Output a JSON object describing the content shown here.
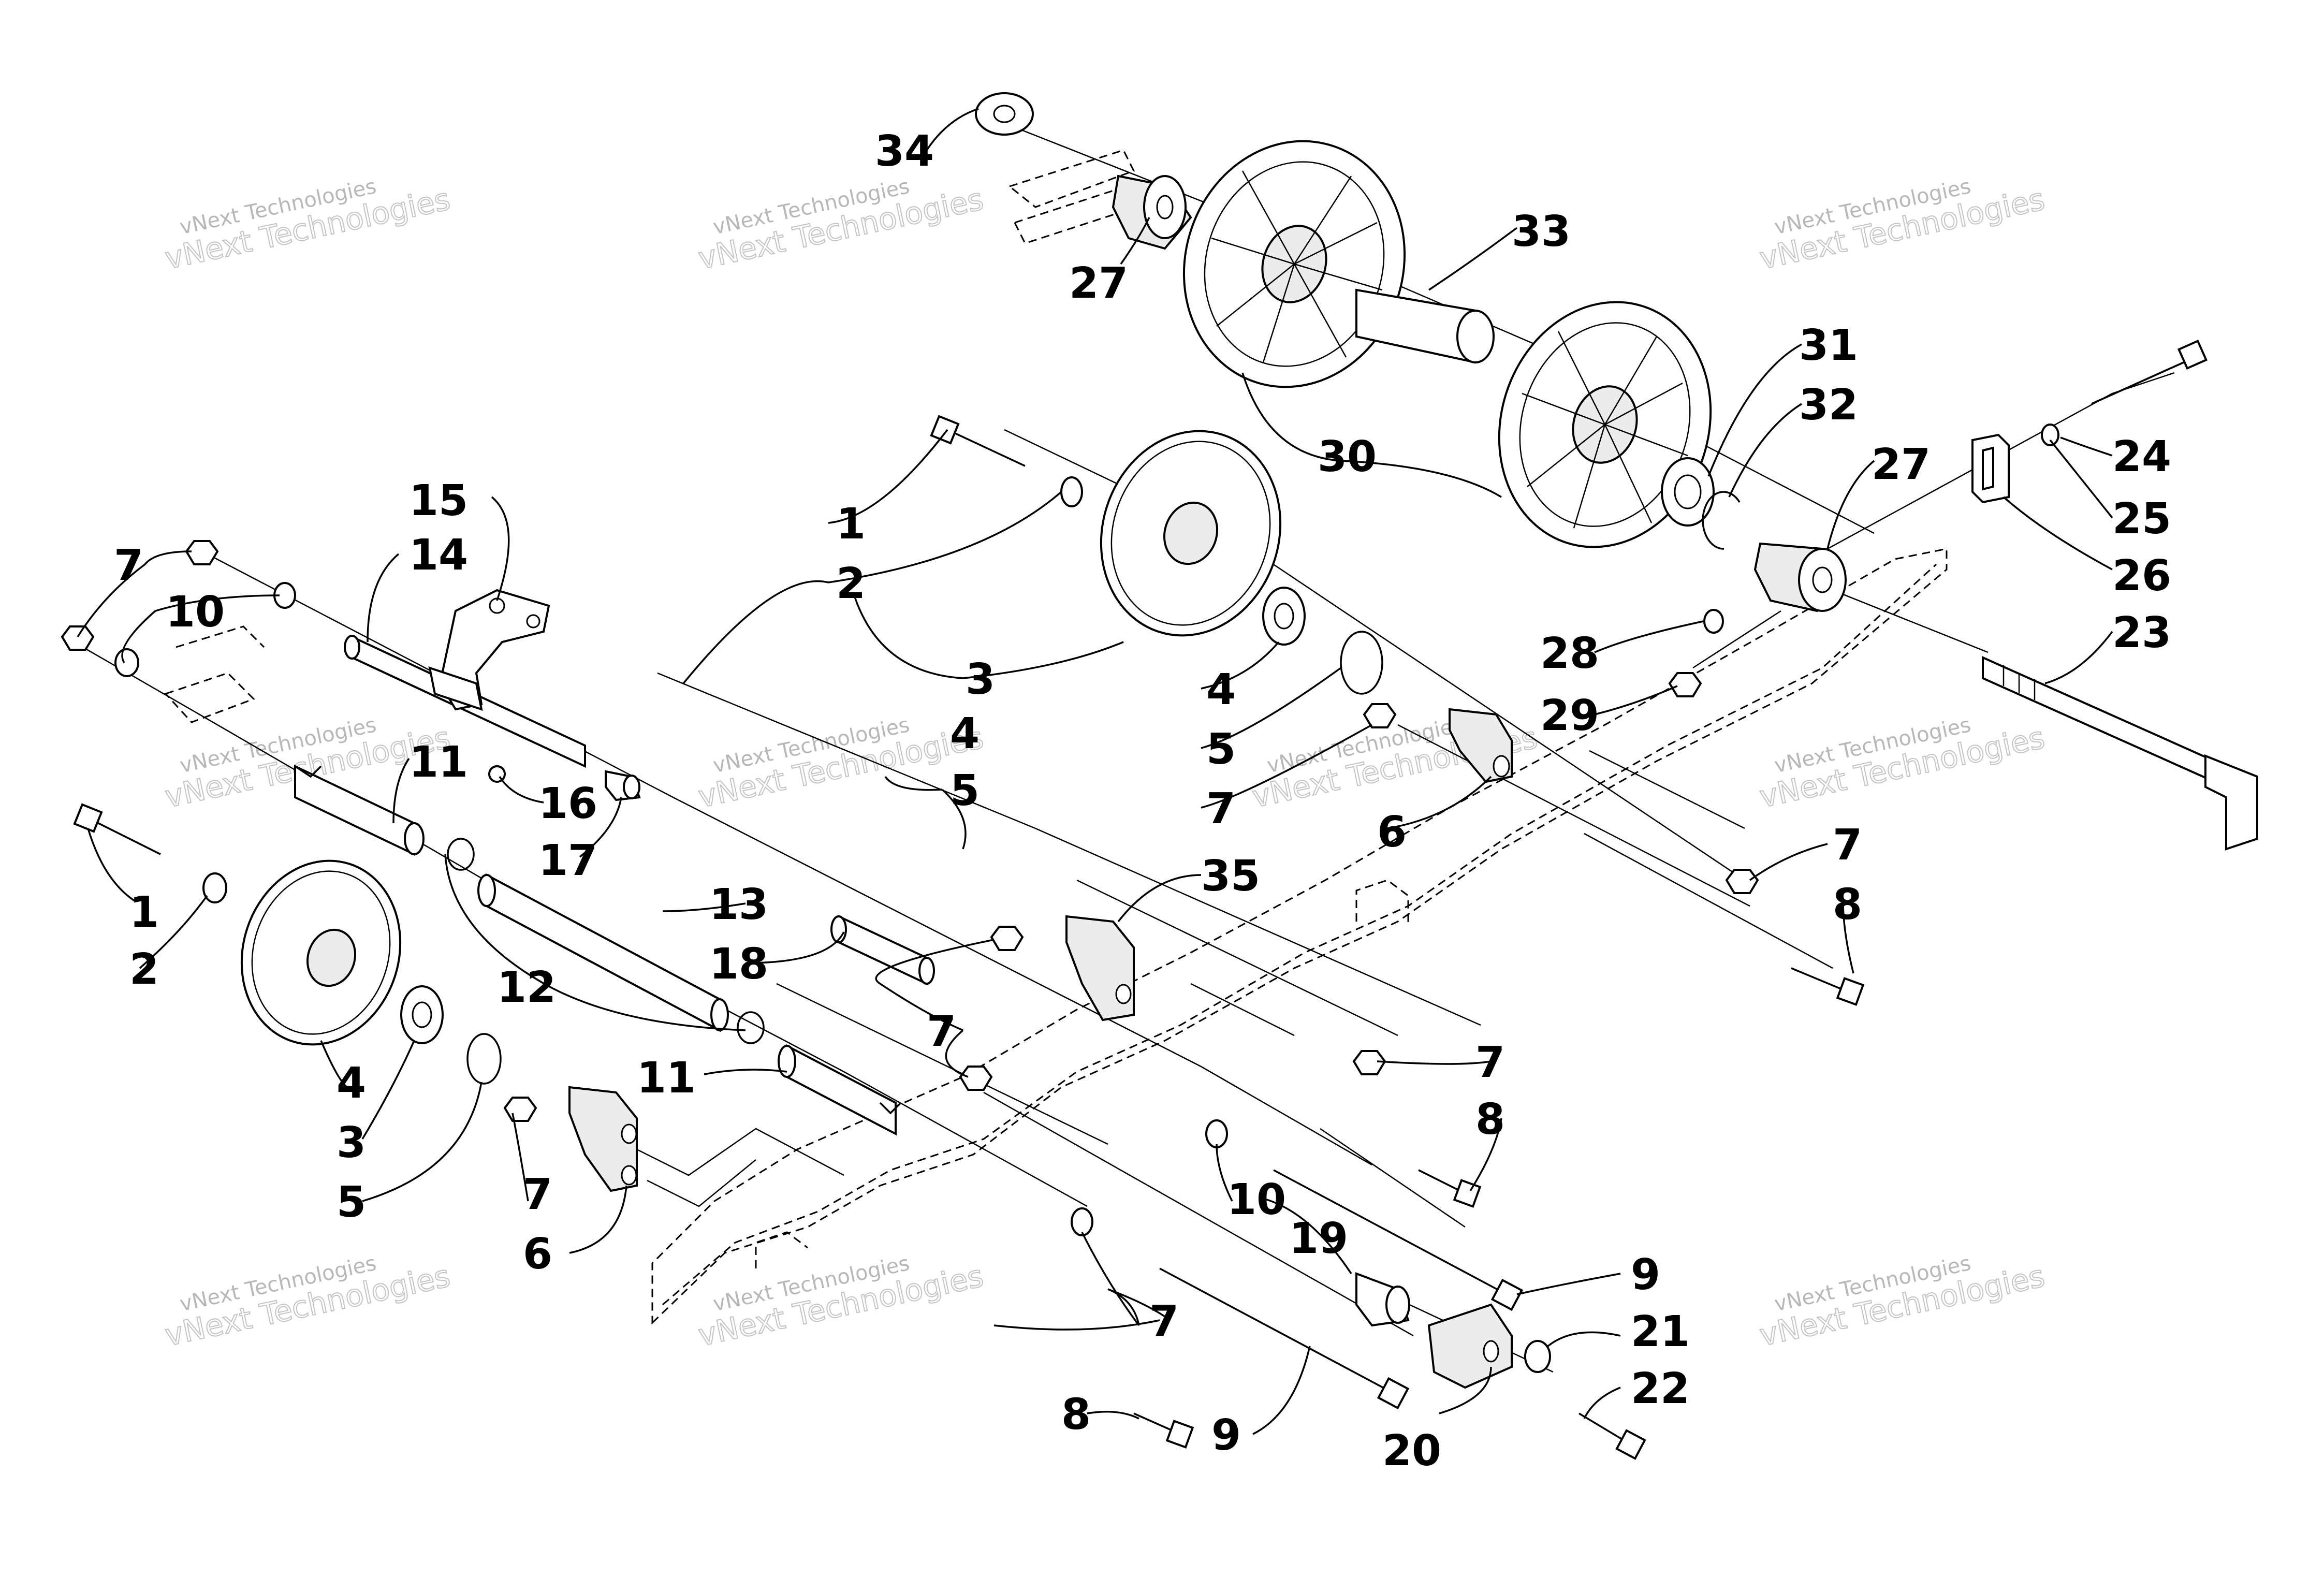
{
  "watermark": {
    "line1": "vNext Technologies",
    "line2": "vNext\nTechnologies"
  },
  "callouts": [
    {
      "id": "c34",
      "text": "34"
    },
    {
      "id": "c27a",
      "text": "27"
    },
    {
      "id": "c33",
      "text": "33"
    },
    {
      "id": "c31",
      "text": "31"
    },
    {
      "id": "c32",
      "text": "32"
    },
    {
      "id": "c27b",
      "text": "27"
    },
    {
      "id": "c30",
      "text": "30"
    },
    {
      "id": "c24",
      "text": "24"
    },
    {
      "id": "c25",
      "text": "25"
    },
    {
      "id": "c26",
      "text": "26"
    },
    {
      "id": "c23",
      "text": "23"
    },
    {
      "id": "c28",
      "text": "28"
    },
    {
      "id": "c29",
      "text": "29"
    },
    {
      "id": "c1a",
      "text": "1"
    },
    {
      "id": "c2a",
      "text": "2"
    },
    {
      "id": "c3a",
      "text": "3"
    },
    {
      "id": "c4a",
      "text": "4"
    },
    {
      "id": "c5a",
      "text": "5"
    },
    {
      "id": "c7a",
      "text": "7"
    },
    {
      "id": "c6a",
      "text": "6"
    },
    {
      "id": "c15",
      "text": "15"
    },
    {
      "id": "c14",
      "text": "14"
    },
    {
      "id": "c7b",
      "text": "7"
    },
    {
      "id": "c10a",
      "text": "10"
    },
    {
      "id": "c16",
      "text": "16"
    },
    {
      "id": "c17",
      "text": "17"
    },
    {
      "id": "c11a",
      "text": "11"
    },
    {
      "id": "c4b",
      "text": "4"
    },
    {
      "id": "c5b",
      "text": "5"
    },
    {
      "id": "c35",
      "text": "35"
    },
    {
      "id": "c7c",
      "text": "7"
    },
    {
      "id": "c8a",
      "text": "8"
    },
    {
      "id": "c1b",
      "text": "1"
    },
    {
      "id": "c2b",
      "text": "2"
    },
    {
      "id": "c13",
      "text": "13"
    },
    {
      "id": "c18",
      "text": "18"
    },
    {
      "id": "c12",
      "text": "12"
    },
    {
      "id": "c7d",
      "text": "7"
    },
    {
      "id": "c11b",
      "text": "11"
    },
    {
      "id": "c4c",
      "text": "4"
    },
    {
      "id": "c3b",
      "text": "3"
    },
    {
      "id": "c5c",
      "text": "5"
    },
    {
      "id": "c7e",
      "text": "7"
    },
    {
      "id": "c6b",
      "text": "6"
    },
    {
      "id": "c7f",
      "text": "7"
    },
    {
      "id": "c8b",
      "text": "8"
    },
    {
      "id": "c10b",
      "text": "10"
    },
    {
      "id": "c19",
      "text": "19"
    },
    {
      "id": "c9a",
      "text": "9"
    },
    {
      "id": "c21",
      "text": "21"
    },
    {
      "id": "c22",
      "text": "22"
    },
    {
      "id": "c7g",
      "text": "7"
    },
    {
      "id": "c8c",
      "text": "8"
    },
    {
      "id": "c9b",
      "text": "9"
    },
    {
      "id": "c20",
      "text": "20"
    }
  ]
}
